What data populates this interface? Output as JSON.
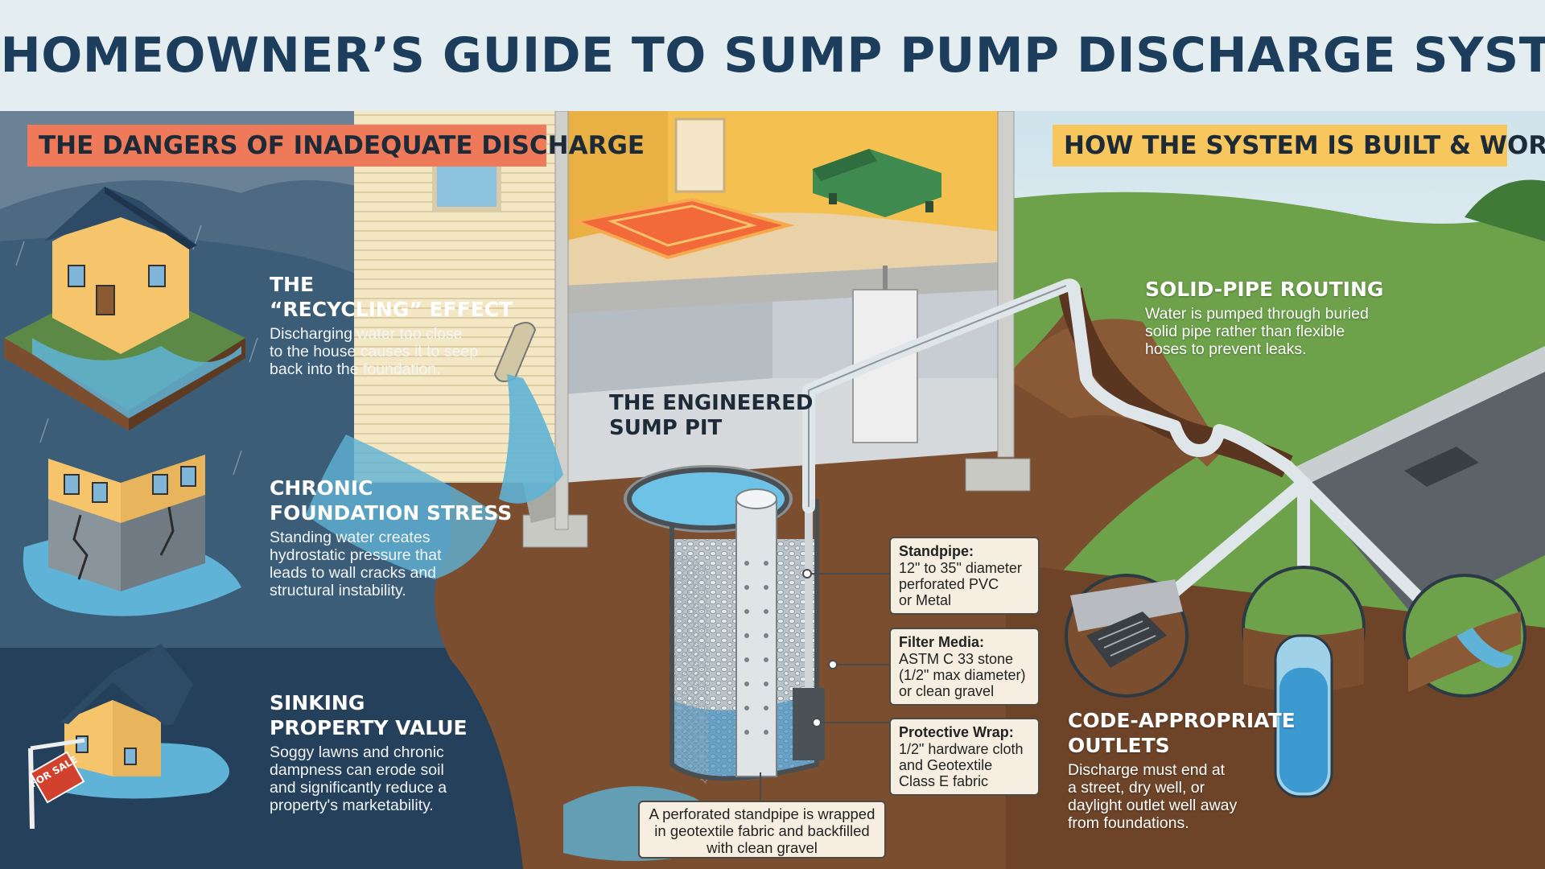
{
  "title": "THE HOMEOWNER’S GUIDE TO SUMP PUMP DISCHARGE SYSTEMS",
  "left_panel": {
    "banner": "THE DANGERS OF INADEQUATE DISCHARGE",
    "items": [
      {
        "title": "THE\n“RECYCLING” EFFECT",
        "text": "Discharging water too close\nto the house causes it to seep\nback into the foundation."
      },
      {
        "title": "CHRONIC\nFOUNDATION STRESS",
        "text": "Standing water creates\nhydrostatic pressure that\nleads to wall cracks and\nstructural instability."
      },
      {
        "title": "SINKING\nPROPERTY VALUE",
        "text": "Soggy lawns and chronic\ndampness can erode soil\nand significantly reduce a\nproperty's marketability."
      }
    ],
    "sign_text": "FOR SALE"
  },
  "center": {
    "pit_title": "THE ENGINEERED\nSUMP PIT",
    "callouts": [
      {
        "title": "Standpipe:",
        "text": "12\" to 35\" diameter\nperforated PVC\nor Metal"
      },
      {
        "title": "Filter Media:",
        "text": "ASTM C 33 stone\n(1/2\" max diameter)\nor clean gravel"
      },
      {
        "title": "Protective Wrap:",
        "text": "1/2\" hardware cloth\nand Geotextile\nClass E fabric"
      }
    ],
    "bottom_note": "A perforated standpipe is wrapped\nin geotextile fabric and backfilled\nwith clean gravel"
  },
  "right_panel": {
    "banner": "HOW THE SYSTEM IS BUILT & WORKS",
    "items": [
      {
        "title": "SOLID-PIPE ROUTING",
        "text": "Water is pumped through buried\nsolid pipe rather than flexible\nhoses to prevent leaks."
      },
      {
        "title": "CODE-APPROPRIATE\nOUTLETS",
        "text": "Discharge must end at\na street, dry well, or\ndaylight outlet well away\nfrom foundations."
      }
    ]
  },
  "colors": {
    "title": "#1d3d5c",
    "left_banner": "#ef7a5a",
    "right_banner": "#f7c65c",
    "water": "#5fb3d6",
    "soil": "#7a4e2e",
    "grass": "#6da24a",
    "dark_panel": "#2b4a62"
  },
  "icons": [
    "house-flood-icon",
    "cracked-foundation-icon",
    "for-sale-house-icon",
    "storm-drain-icon",
    "dry-well-icon",
    "daylight-outlet-icon",
    "couch-icon",
    "rug-icon"
  ]
}
